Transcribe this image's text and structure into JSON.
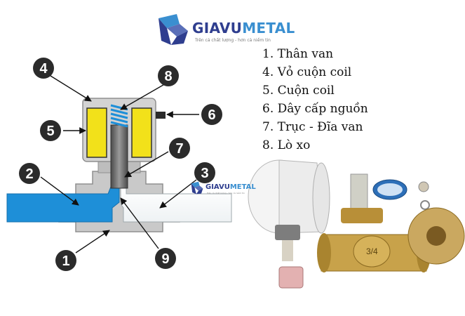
{
  "brand": {
    "name_part1": "GIAVU",
    "name_part2": "METAL",
    "slogan": "Trên cả chất lượng - hơn cả niềm tin"
  },
  "legend": [
    "1. Thân van",
    "4. Vỏ cuộn coil",
    "5. Cuộn coil",
    "6. Dây cấp nguồn",
    "7. Trục - Đĩa van",
    "8. Lò xo"
  ],
  "callouts": [
    "1",
    "2",
    "3",
    "4",
    "5",
    "6",
    "7",
    "8",
    "9"
  ],
  "colors": {
    "callout_fill": "#2b2b2b",
    "body_gray": "#c9c9c9",
    "coil_yellow": "#f2e11a",
    "flow_blue": "#1e8fd8",
    "brass": "#c8a24a",
    "brand_dark": "#2f3e8f",
    "brand_light": "#3a8fd0"
  }
}
